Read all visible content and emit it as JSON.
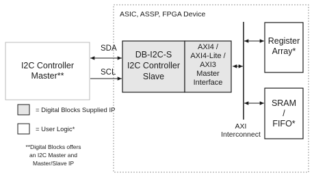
{
  "device_label": "ASIC, ASSP, FPGA Device",
  "controller_master": {
    "line1": "I2C Controller",
    "line2": "Master**"
  },
  "signals": {
    "sda": "SDA",
    "scl": "SCL"
  },
  "slave_block": {
    "line1": "DB-I2C-S",
    "line2": "I2C Controller",
    "line3": "Slave"
  },
  "axi_interface": {
    "line1": "AXI4 /",
    "line2": "AXI4-Lite /",
    "line3": "AXI3",
    "line4": "Master",
    "line5": "Interface"
  },
  "register_array": {
    "line1": "Register",
    "line2": "Array*"
  },
  "sram_fifo": {
    "line1": "SRAM",
    "line2": "/",
    "line3": "FIFO*"
  },
  "interconnect": {
    "line1": "AXI",
    "line2": "Interconnect"
  },
  "legend": {
    "supplied_ip": "= Digital Blocks Supplied IP",
    "user_logic": "= User Logic*",
    "supplied_color": "#e6e6e6",
    "user_color": "#ffffff"
  },
  "footnote": {
    "line1": "**Digital Blocks offers",
    "line2": "an I2C Master and",
    "line3": "Master/Slave IP"
  }
}
